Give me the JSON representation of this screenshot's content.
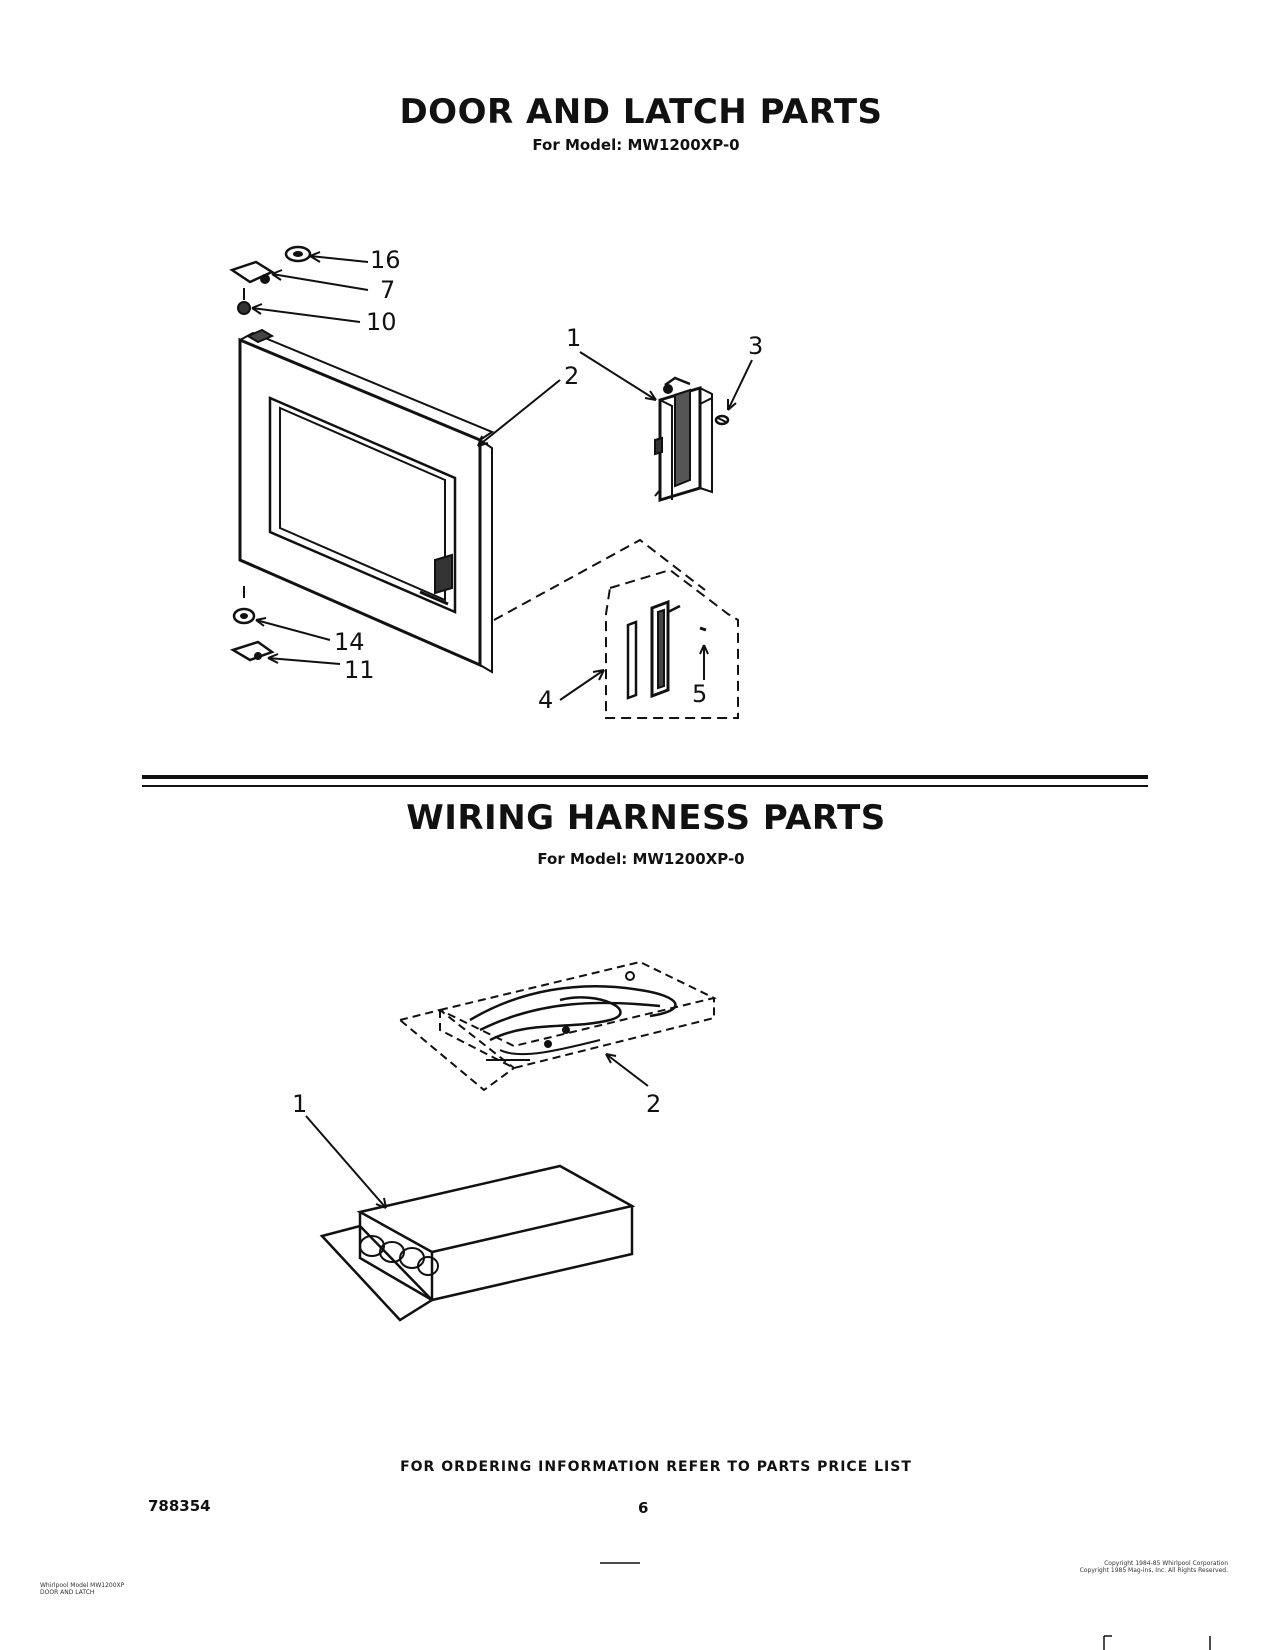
{
  "door_section": {
    "title": "DOOR AND LATCH PARTS",
    "model_line": "For Model: MW1200XP-0",
    "callouts": [
      "16",
      "7",
      "10",
      "1",
      "2",
      "3",
      "14",
      "11",
      "4",
      "5"
    ]
  },
  "wiring_section": {
    "title": "WIRING HARNESS PARTS",
    "model_line": "For Model: MW1200XP-0",
    "callouts": [
      "1",
      "2"
    ]
  },
  "footer": {
    "ordering_note": "FOR ORDERING INFORMATION REFER TO PARTS PRICE LIST",
    "doc_number": "788354",
    "page_number": "6",
    "left_small_1": "Whirlpool Model MW1200XP",
    "left_small_2": "DOOR AND LATCH",
    "right_small_1": "Copyright 1984-85 Whirlpool Corporation",
    "right_small_2": "Copyright 1985 Mag-ins, Inc. All Rights Reserved."
  }
}
